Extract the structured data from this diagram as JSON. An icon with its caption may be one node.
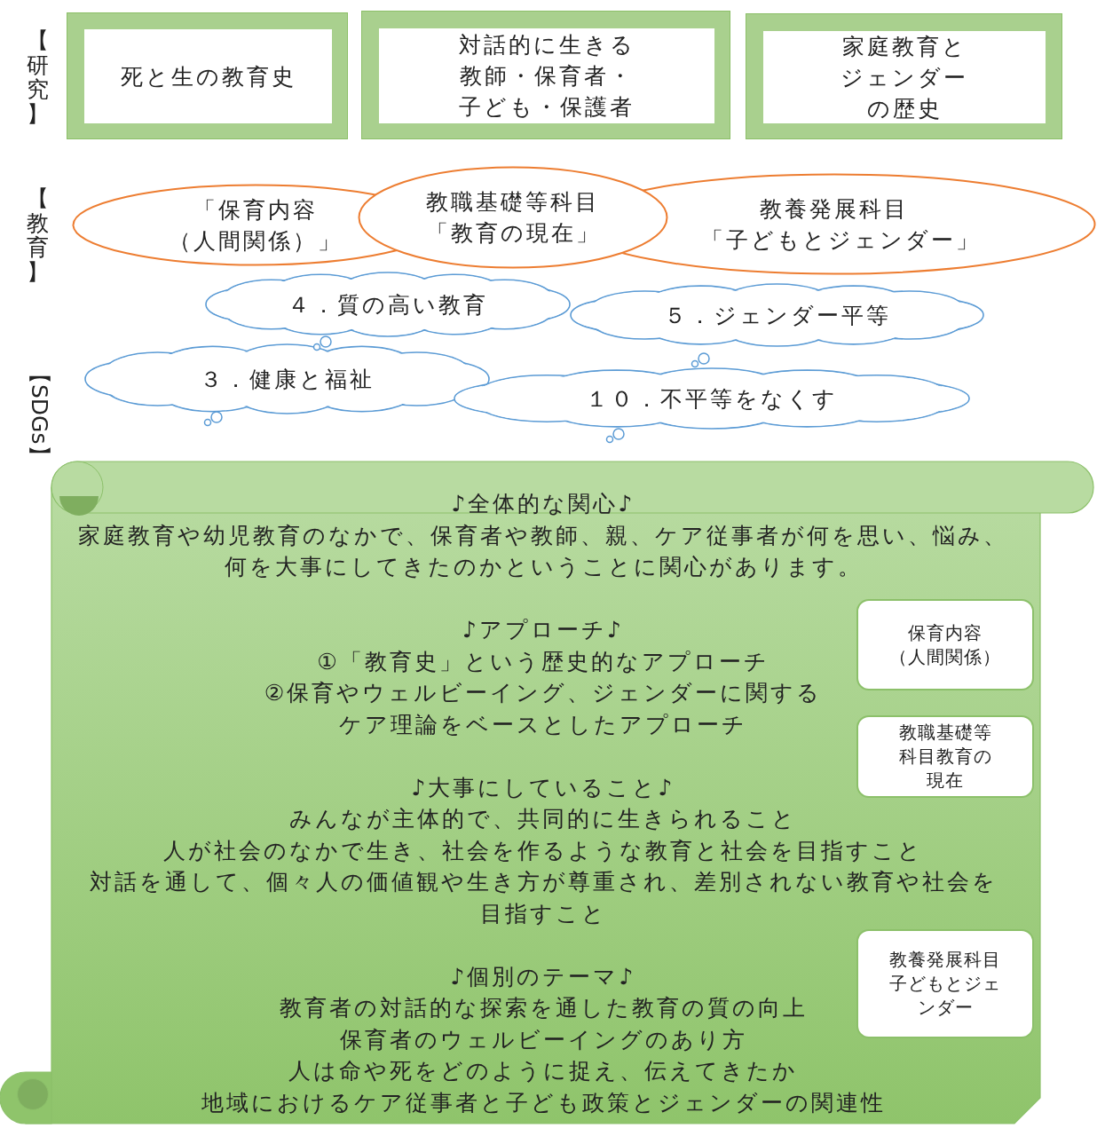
{
  "diagram": {
    "nodes": [
      {
        "text": [
          "死と生の教育史"
        ]
      },
      {
        "text": [
          "対話的に生きる教師・保育者・子ども・保護者"
        ]
      },
      {
        "text": [
          "家庭教育とジェンダーの歴史"
        ]
      },
      {
        "text": [
          "「保育内容（人間関係）」"
        ]
      },
      {
        "text": [
          "教職基礎等科目「教育の現在」"
        ]
      },
      {
        "text": [
          "教養発展科目「子どもとジェンダー」"
        ]
      },
      {
        "text": [
          "４．質の高い教育"
        ]
      },
      {
        "text": [
          "５．ジェンダー平等"
        ]
      },
      {
        "text": [
          "３．健康と福祉"
        ]
      },
      {
        "text": [
          "１０．不平等をなくす"
        ]
      },
      {
        "text": [
          "♪全体的な関心♪",
          "家庭教育や幼児教育のなかで、保育者や教師、親、ケア従事者が何を思い、悩み、何を大事にしてきたのかということに関心があります。",
          "♪アプローチ♪",
          "①「教育史」という歴史的なアプローチ",
          "②保育やウェルビーイング、ジェンダーに関するケア理論をベースとしたアプローチ",
          "♪大事にしていること♪",
          "みんなが主体的で、共同的に生きられること",
          "人が社会のなかで生き、社会を作るような教育と社会を目指すこと",
          "対話を通して、個々人の価値観や生き方が尊重され、差別されない教育や社会を目指すこと",
          "♪個別のテーマ♪",
          "教育者の対話的な探索を通した教育の質の向上",
          "保育者のウェルビーイングのあり方",
          "人は命や死をどのように捉え、伝えてきたか",
          "地域におけるケア従事者と子ども政策とジェンダーの関連性"
        ]
      },
      {
        "text": [
          "保育内容（人間関係）"
        ],
        "in": 10
      },
      {
        "text": [
          "教職基礎等科目教育の現在"
        ],
        "in": 10
      },
      {
        "text": [
          "教養発展科目子どもとジェンダー"
        ],
        "in": 10
      }
    ],
    "labels": [
      "【研究】",
      "【教育】",
      "【SDGs】"
    ]
  }
}
